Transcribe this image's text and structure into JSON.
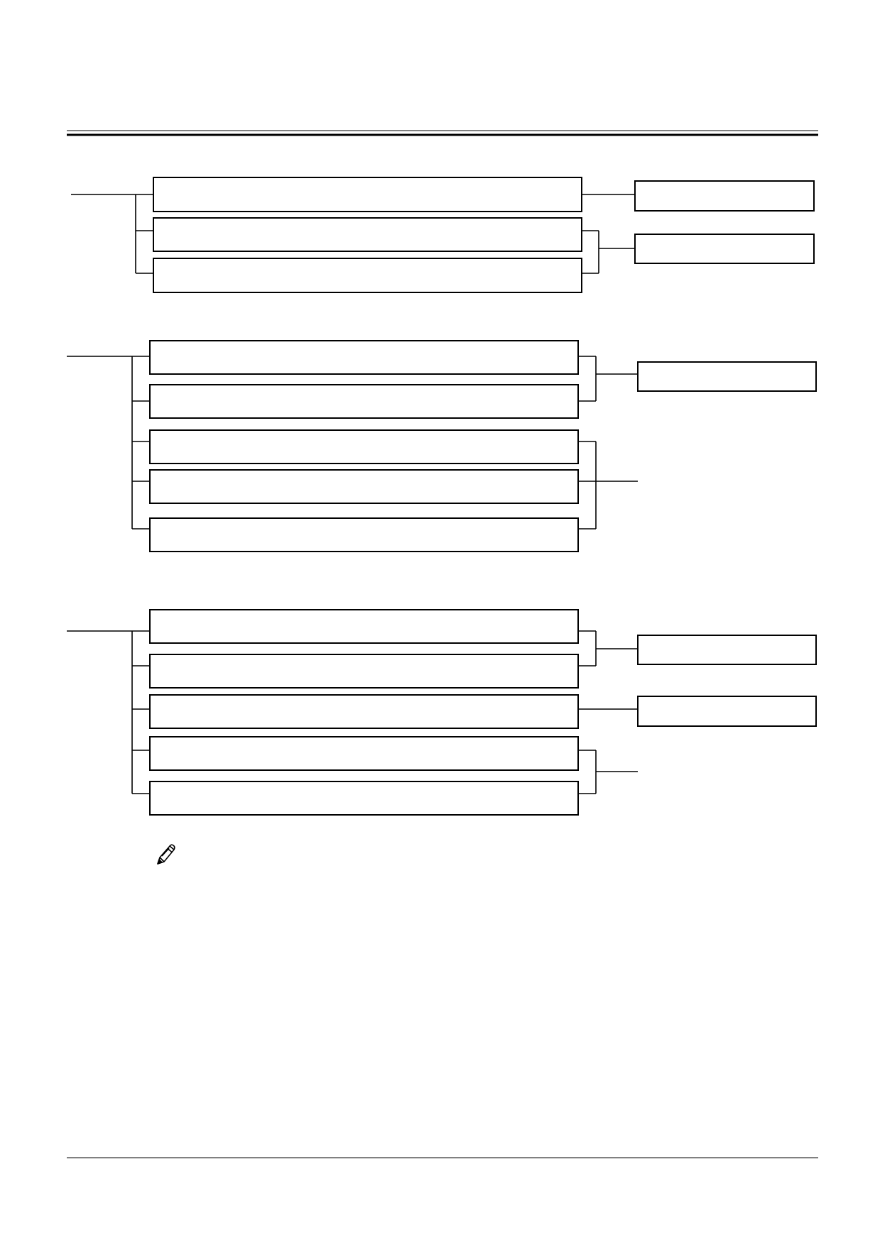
{
  "page": {
    "background": "#ffffff",
    "ink": "#000000"
  },
  "diagram": {
    "groups": [
      {
        "name": "group-1",
        "items": [
          "",
          "",
          ""
        ],
        "results": [
          "",
          ""
        ]
      },
      {
        "name": "group-2",
        "items": [
          "",
          "",
          "",
          "",
          ""
        ],
        "results": [
          ""
        ]
      },
      {
        "name": "group-3",
        "items": [
          "",
          "",
          "",
          "",
          ""
        ],
        "results": [
          "",
          ""
        ]
      }
    ]
  },
  "note": {
    "icon": "pencil-icon"
  }
}
